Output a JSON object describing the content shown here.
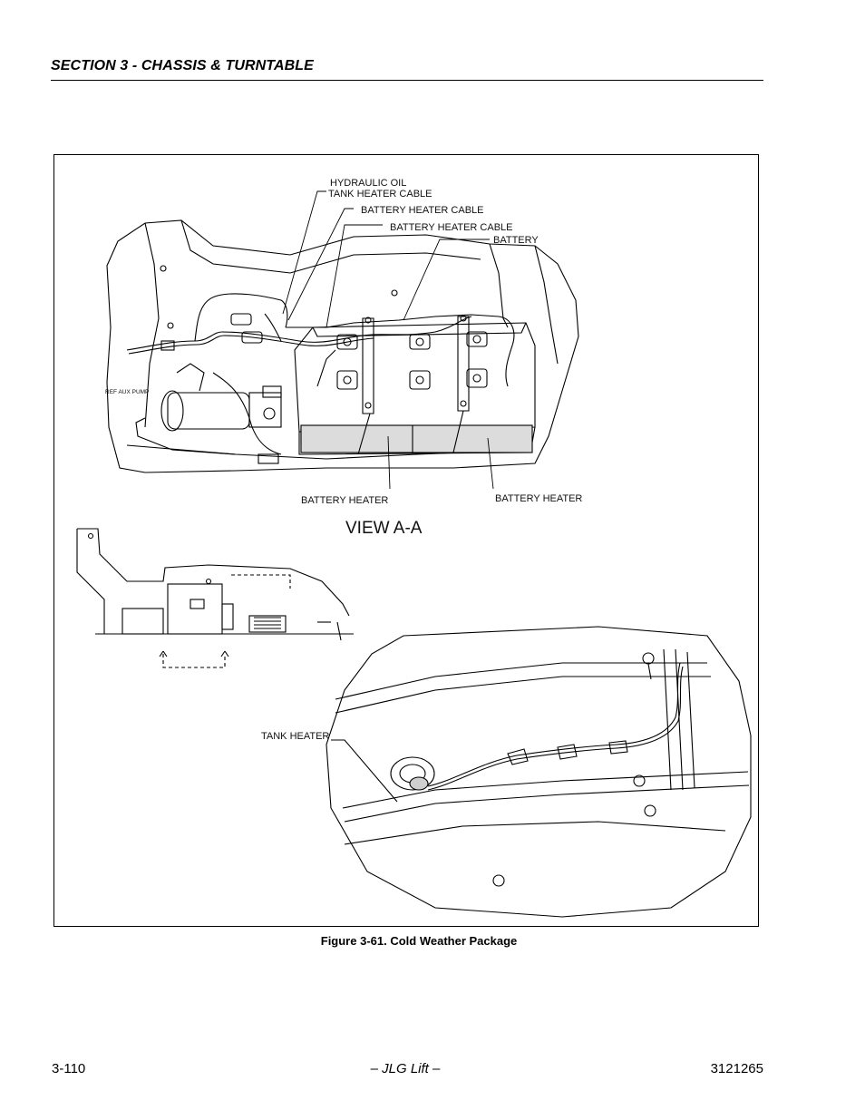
{
  "header": {
    "section_title": "SECTION 3 - CHASSIS & TURNTABLE"
  },
  "figure": {
    "labels": {
      "hydraulic_oil_line1": "HYDRAULIC OIL",
      "hydraulic_oil_line2": "TANK HEATER CABLE",
      "battery_heater_cable_1": "BATTERY HEATER CABLE",
      "battery_heater_cable_2": "BATTERY HEATER CABLE",
      "battery": "BATTERY",
      "ref_aux_pump": "REF AUX PUMP",
      "battery_heater_left": "BATTERY HEATER",
      "battery_heater_right": "BATTERY HEATER",
      "view_label": "VIEW A-A",
      "tank_heater": "TANK HEATER"
    },
    "caption": "Figure 3-61.  Cold Weather Package"
  },
  "footer": {
    "page_number": "3-110",
    "publisher": "– JLG Lift –",
    "document_number": "3121265"
  }
}
